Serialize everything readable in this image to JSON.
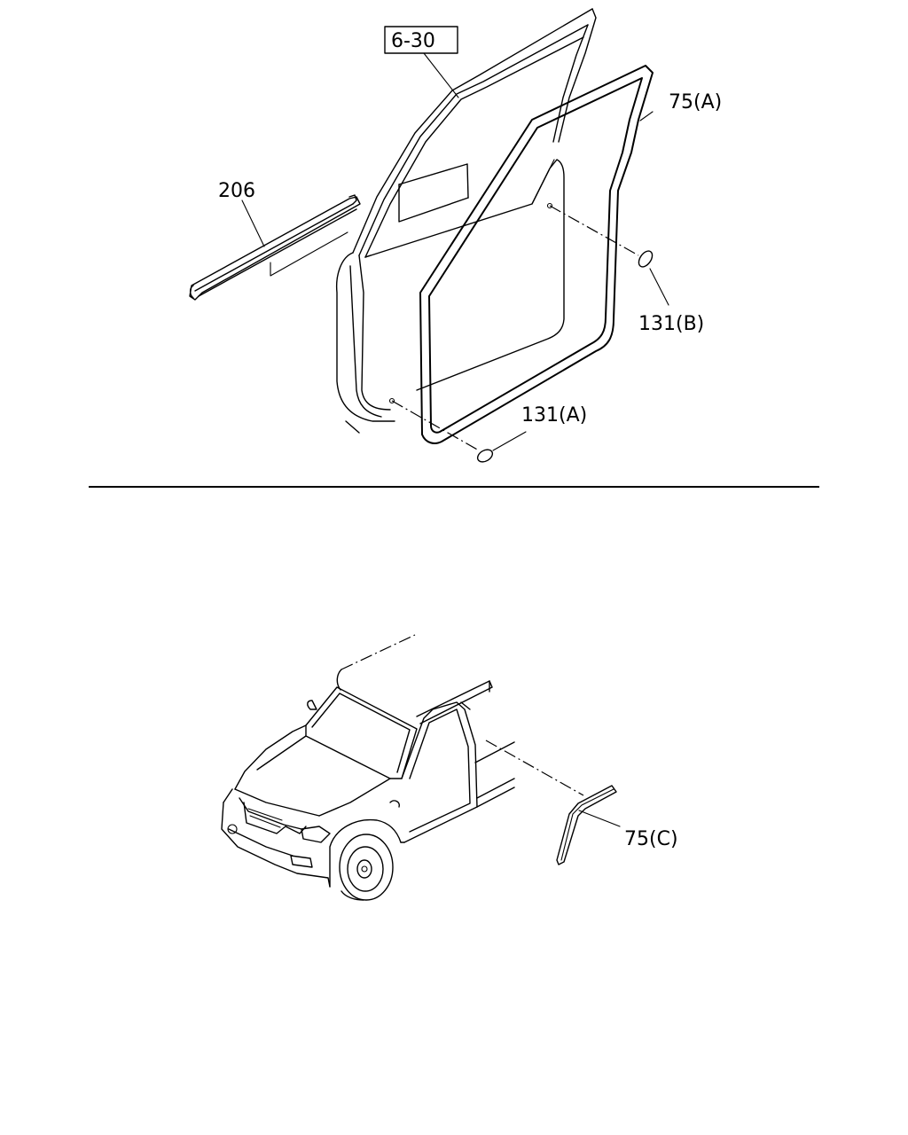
{
  "callouts": {
    "ref_6_30": "6-30",
    "part_206": "206",
    "part_75a": "75(A)",
    "part_131b": "131(B)",
    "part_131a": "131(A)",
    "part_75c": "75(C)"
  },
  "colors": {
    "line": "#000000",
    "background": "#ffffff"
  }
}
